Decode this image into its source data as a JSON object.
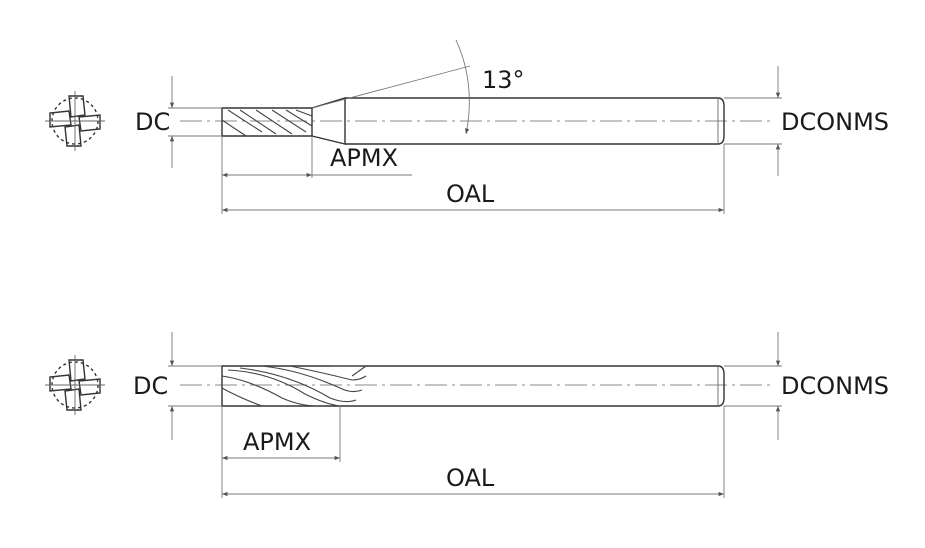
{
  "diagrams": [
    {
      "id": "tapered-neck",
      "labels": {
        "dc": "DC",
        "dconms": "DCONMS",
        "apmx": "APMX",
        "oal": "OAL",
        "angle": "13°"
      }
    },
    {
      "id": "straight-shank",
      "labels": {
        "dc": "DC",
        "dconms": "DCONMS",
        "apmx": "APMX",
        "oal": "OAL"
      }
    }
  ],
  "colors": {
    "line": "#333333",
    "dimension": "#777777",
    "text": "#1a1a1a"
  }
}
